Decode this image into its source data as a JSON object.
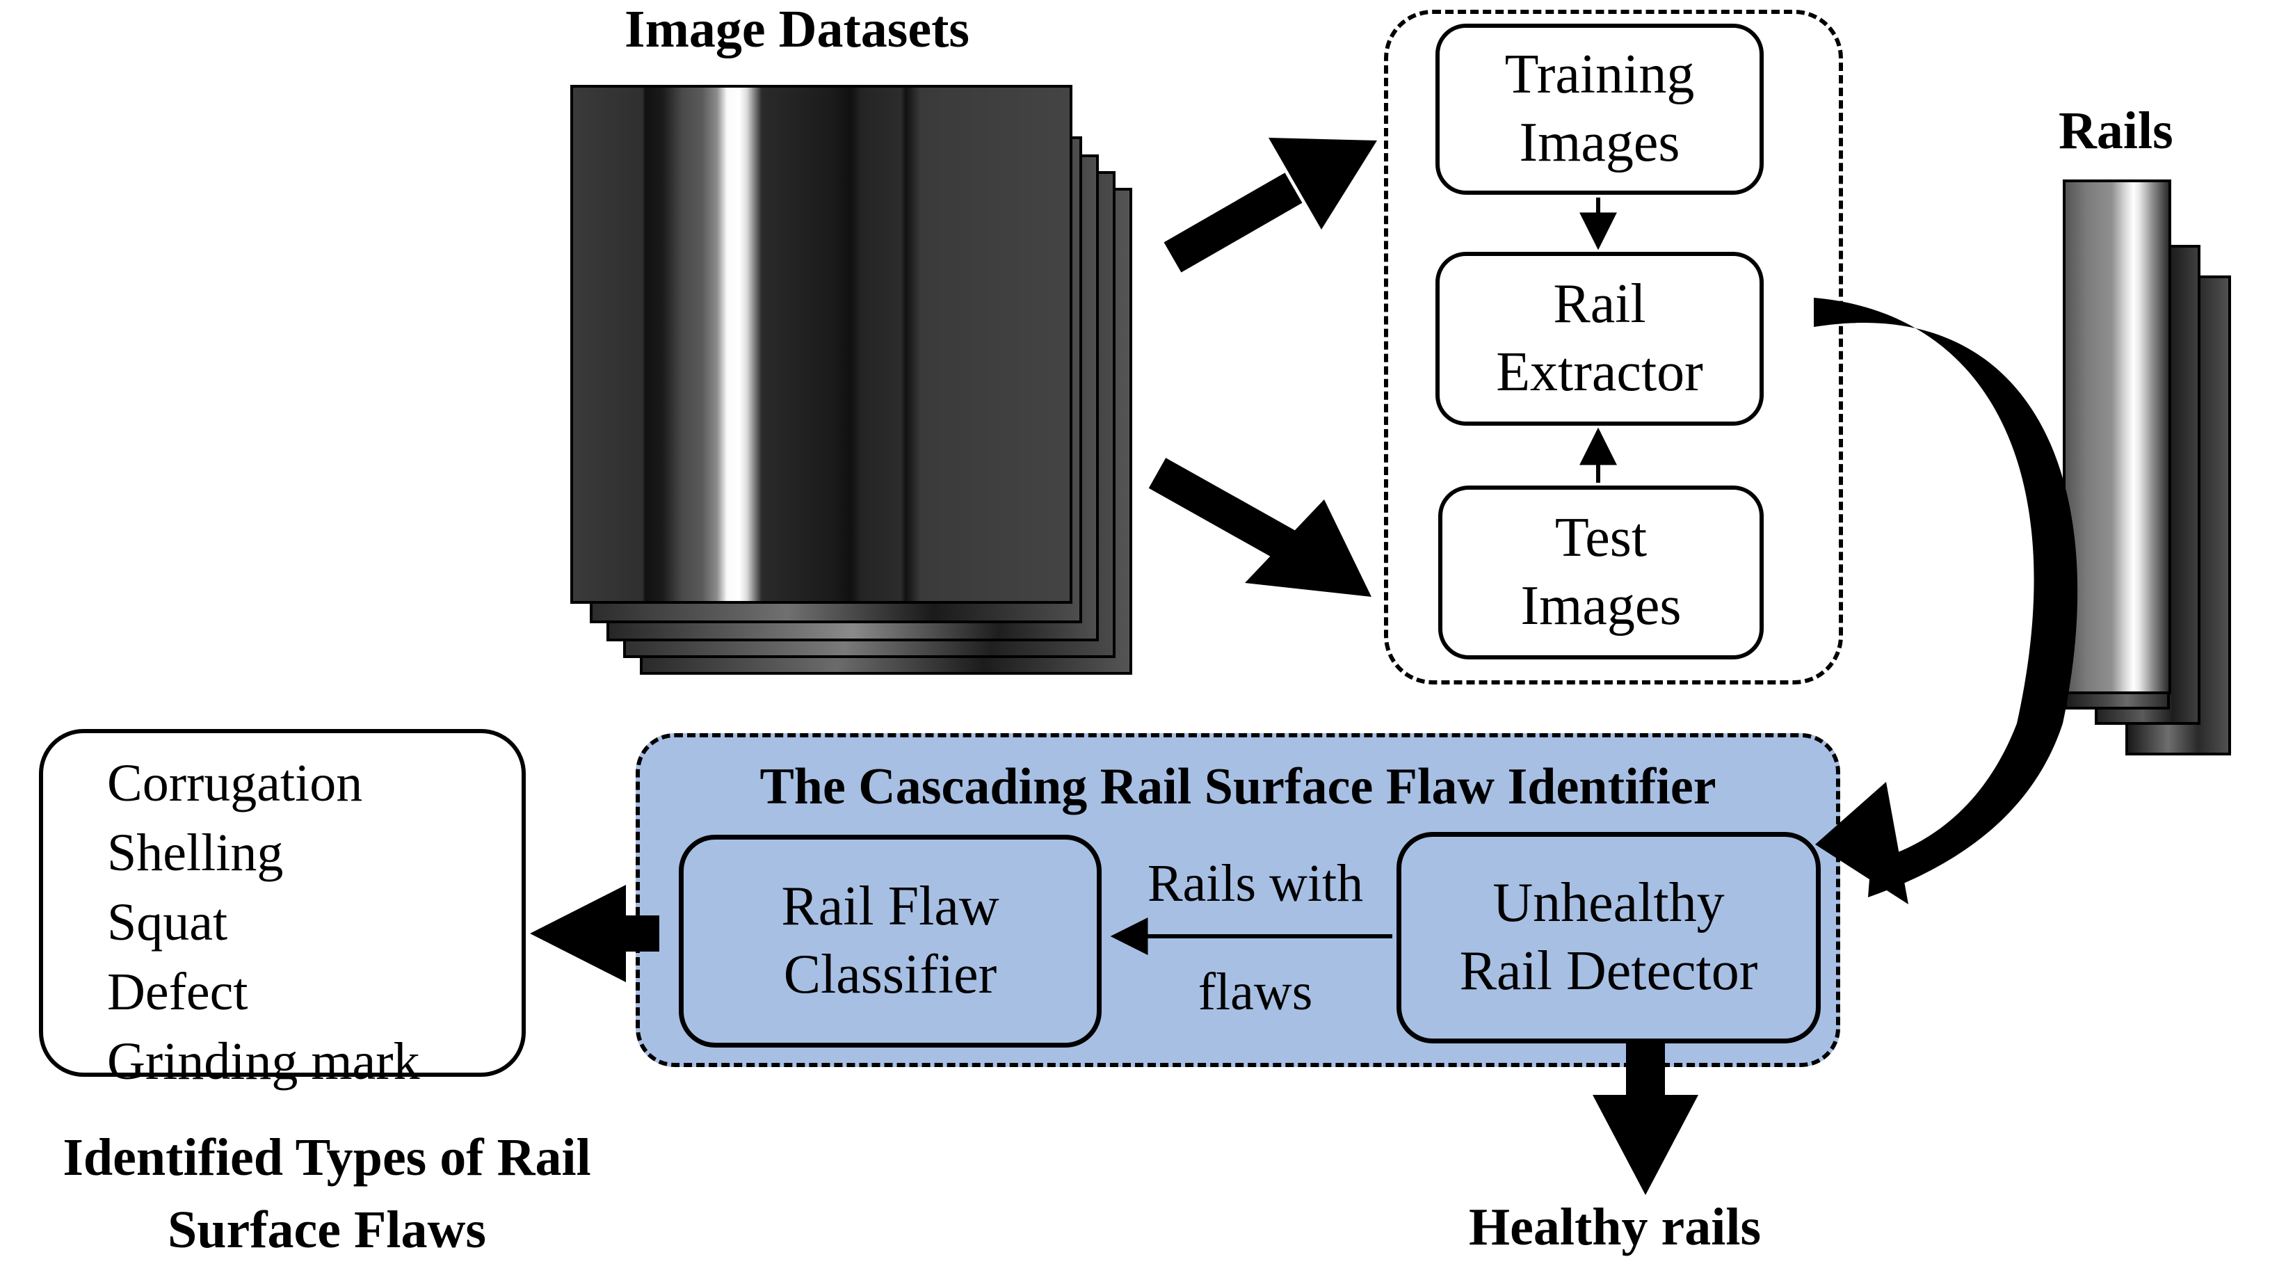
{
  "image_datasets": {
    "title": "Image Datasets"
  },
  "pipeline": {
    "training_images": [
      "Training",
      "Images"
    ],
    "rail_extractor": [
      "Rail",
      "Extractor"
    ],
    "test_images": [
      "Test",
      "Images"
    ]
  },
  "rails": {
    "title": "Rails"
  },
  "identifier": {
    "title": "The Cascading Rail Surface Flaw Identifier",
    "classifier": [
      "Rail Flaw",
      "Classifier"
    ],
    "detector": [
      "Unhealthy",
      "Rail Detector"
    ],
    "edge_label": [
      "Rails with",
      "flaws"
    ]
  },
  "flaw_types": {
    "items": [
      "Corrugation",
      "Shelling",
      "Squat",
      "Defect",
      "Grinding mark"
    ],
    "caption": [
      "Identified Types of Rail",
      "Surface Flaws"
    ]
  },
  "healthy": {
    "label": "Healthy rails"
  },
  "colors": {
    "panel_fill": "#a7bfe3",
    "stroke": "#000000"
  }
}
